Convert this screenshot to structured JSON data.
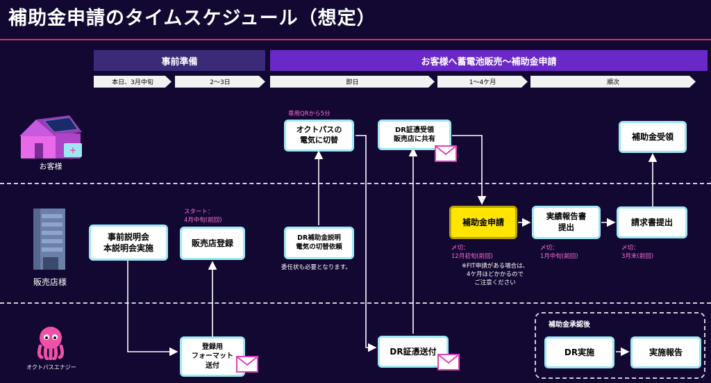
{
  "title": "補助金申請のタイムスケジュール（想定）",
  "phases": [
    {
      "label": "事前準備",
      "color": "#3a2a78"
    },
    {
      "label": "お客様へ蓄電池販売～補助金申請",
      "color": "#6a28c8"
    }
  ],
  "timeline": [
    "本日、3月中旬",
    "2～3日",
    "即日",
    "1～4ケ月",
    "順次"
  ],
  "lanes": [
    "お客様",
    "販売店様",
    "オクトパスエナジー"
  ],
  "nodes": {
    "setsumeikai": "事前説明会\n本説明会実施",
    "hanbaiten_toroku": "販売店登録",
    "touroku_format": "登録用\nフォーマット\n送付",
    "dr_setsumei": "DR補助金説明\n電気の切替依頼",
    "octopus_kirikae": "オクトパスの\n電気に切替",
    "dr_shomei_sofu": "DR証憑送付",
    "dr_shomei_juryo": "DR証憑受領\n販売店に共有",
    "hojokin_shinsei": "補助金申請",
    "jisseki_hokoku": "実績報告書\n提出",
    "seikyusho": "請求書提出",
    "hojokin_juryo": "補助金受領",
    "dr_jisshi": "DR実施",
    "jisshi_hokoku": "実施報告"
  },
  "notes": {
    "start": "スタート：\n4月中旬(前回)",
    "qr": "専用QRから5分",
    "inin": "委任状も必要となります。",
    "shinsei_deadline": "〆切：\n12月初旬(前回)",
    "fit_note": "※FIT申請がある場合は、\n4ケ月ほどかかるので\nご注意ください",
    "jisseki_deadline": "〆切：\n1月中旬(前回)",
    "seikyu_deadline": "〆切：\n3月末(前回)",
    "after_approval": "補助金承認後"
  },
  "colors": {
    "background": "#120832",
    "accent_line": "#e22a6a",
    "node_border": "#9de8f5",
    "highlight": "#ffe500",
    "pink_text": "#ff6fd8"
  }
}
